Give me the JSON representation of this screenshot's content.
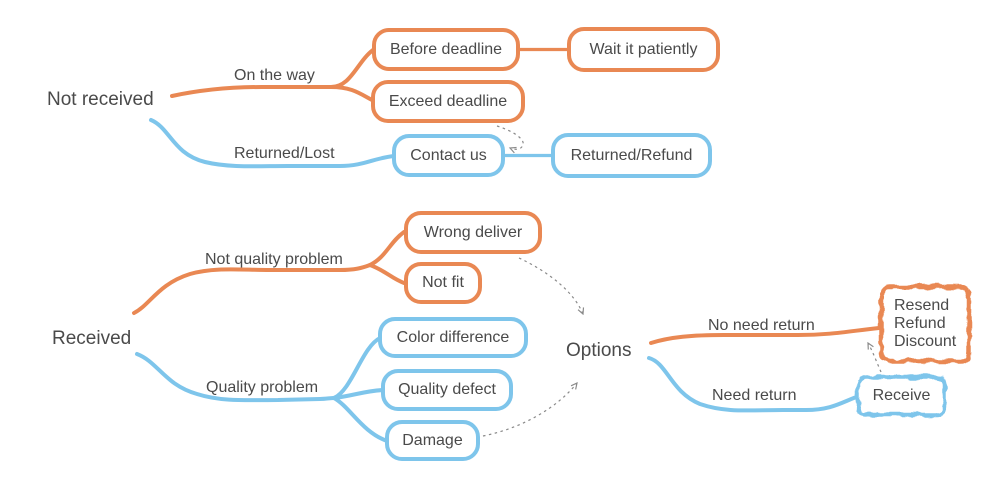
{
  "colors": {
    "orange": "#E98853",
    "blue": "#7EC5EB",
    "text": "#4A4A4A",
    "arrow": "#8A8A8A",
    "background": "#FFFFFF"
  },
  "diagram": {
    "trees": [
      {
        "root": "Not received",
        "branches": [
          {
            "label": "On the way",
            "color": "orange",
            "nodes": [
              {
                "text": "Before deadline",
                "next": {
                  "text": "Wait it patiently"
                }
              },
              {
                "text": "Exceed deadline"
              }
            ]
          },
          {
            "label": "Returned/Lost",
            "color": "blue",
            "nodes": [
              {
                "text": "Contact us",
                "next": {
                  "text": "Returned/Refund"
                }
              }
            ]
          }
        ]
      },
      {
        "root": "Received",
        "branches": [
          {
            "label": "Not quality problem",
            "color": "orange",
            "nodes": [
              {
                "text": "Wrong deliver"
              },
              {
                "text": "Not fit"
              }
            ]
          },
          {
            "label": "Quality problem",
            "color": "blue",
            "nodes": [
              {
                "text": "Color difference"
              },
              {
                "text": "Quality defect"
              },
              {
                "text": "Damage"
              }
            ]
          }
        ]
      },
      {
        "root": "Options",
        "branches": [
          {
            "label": "No need return",
            "color": "orange",
            "nodes": [
              {
                "style": "scribble",
                "lines": [
                  "Resend",
                  "Refund",
                  "Discount"
                ]
              }
            ]
          },
          {
            "label": "Need return",
            "color": "blue",
            "nodes": [
              {
                "style": "scribble",
                "lines": [
                  "Receive"
                ]
              }
            ]
          }
        ]
      }
    ],
    "dashed_links": [
      {
        "from": "Exceed deadline",
        "to": "Contact us"
      },
      {
        "from": "Wrong deliver",
        "to": "Options"
      },
      {
        "from": "Damage",
        "to": "Options"
      },
      {
        "from": "Receive",
        "to": "Resend Refund Discount"
      }
    ]
  }
}
